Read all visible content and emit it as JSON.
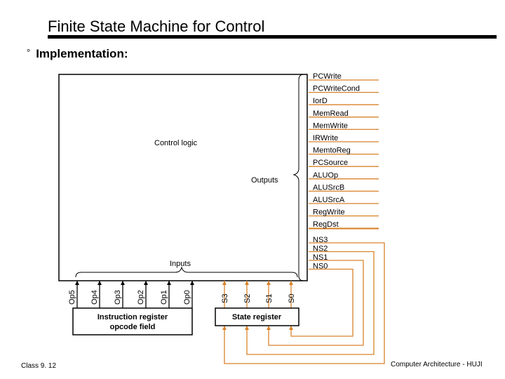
{
  "title": "Finite State Machine for Control",
  "bullet": {
    "symbol": "°",
    "text": "Implementation:"
  },
  "diagram": {
    "control_logic_label": "Control logic",
    "outputs_label": "Outputs",
    "inputs_label": "Inputs",
    "outputs": [
      "PCWrite",
      "PCWriteCond",
      "IorD",
      "MemRead",
      "MemWrite",
      "IRWrite",
      "MemtoReg",
      "PCSource",
      "ALUOp",
      "ALUSrcB",
      "ALUSrcA",
      "RegWrite",
      "RegDst"
    ],
    "next_state": [
      "NS3",
      "NS2",
      "NS1",
      "NS0"
    ],
    "opcode_inputs": [
      "Op5",
      "Op4",
      "Op3",
      "Op2",
      "Op1",
      "Op0"
    ],
    "state_inputs": [
      "S3",
      "S2",
      "S1",
      "S0"
    ],
    "instruction_register_label_line1": "Instruction register",
    "instruction_register_label_line2": "opcode field",
    "state_register_label": "State register"
  },
  "footer": {
    "left": "Class 9. 12",
    "right": "Computer Architecture - HUJI"
  },
  "colors": {
    "wire": "#d9822b",
    "box": "#000000"
  }
}
